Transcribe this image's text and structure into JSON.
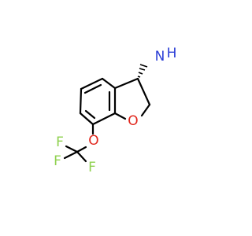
{
  "molecule": {
    "atoms": {
      "amine_n": "N",
      "amine_h": "H",
      "ring_o": "O",
      "ether_o": "O",
      "f_top": "F",
      "f_left": "F",
      "f_bottom": "F"
    },
    "colors": {
      "bond": "#000000",
      "oxygen": "#e1261c",
      "nitrogen": "#2c3fd6",
      "fluorine": "#8fd14f"
    }
  }
}
